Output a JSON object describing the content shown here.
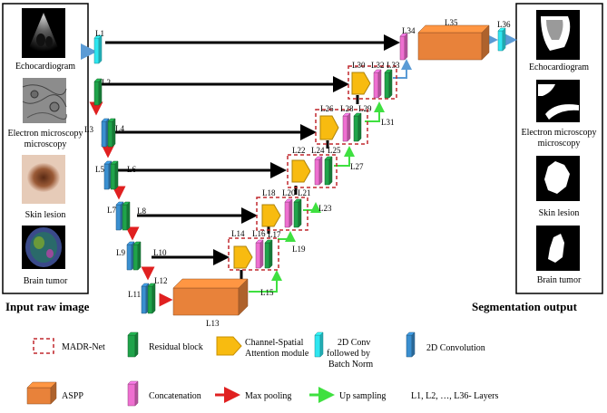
{
  "left_panel": {
    "title": "Input raw image",
    "items": [
      {
        "label": "Echocardiogram"
      },
      {
        "label": "Electron microscopy"
      },
      {
        "label": "Skin lesion"
      },
      {
        "label": "Brain tumor"
      }
    ]
  },
  "right_panel": {
    "title": "Segmentation output",
    "items": [
      {
        "label": "Echocardiogram"
      },
      {
        "label": "Electron microscopy"
      },
      {
        "label": "Skin lesion"
      },
      {
        "label": "Brain tumor"
      }
    ]
  },
  "layers": {
    "L1": "L1",
    "L2": "L2",
    "L3": "L3",
    "L4": "L4",
    "L5": "L5",
    "L6": "L6",
    "L7": "L7",
    "L8": "L8",
    "L9": "L9",
    "L10": "L10",
    "L11": "L11",
    "L12": "L12",
    "L13": "L13",
    "L14": "L14",
    "L15": "L15",
    "L16": "L16",
    "L17": "L17",
    "L18": "L18",
    "L19": "L19",
    "L20": "L20",
    "L21": "L21",
    "L22": "L22",
    "L23": "L23",
    "L24": "L24",
    "L25": "L25",
    "L26": "L26",
    "L27": "L27",
    "L28": "L28",
    "L29": "L29",
    "L30": "L30",
    "L31": "L31",
    "L32": "L32",
    "L33": "L33",
    "L34": "L34",
    "L35": "L35",
    "L36": "L36"
  },
  "legend": {
    "madr": "MADR-Net",
    "residual": "Residual block",
    "csam_line1": "Channel-Spatial",
    "csam_line2": "Attention module",
    "conv_bn_line1": "2D Conv",
    "conv_bn_line2": "followed by",
    "conv_bn_line3": "Batch Norm",
    "conv2d": "2D Convolution",
    "aspp": "ASPP",
    "concat": "Concatenation",
    "maxpool": "Max pooling",
    "upsample": "Up sampling",
    "layers_note": "L1, L2, …, L36- Layers"
  },
  "colors": {
    "residual": "#1fa34a",
    "conv2d": "#3a8fd0",
    "conv_bn": "#2ee6f0",
    "concat": "#ee6fd0",
    "attention": "#f8bb10",
    "aspp": "#e8823a",
    "maxpool": "#e02020",
    "upsample": "#3fe040",
    "madr": "#c0282e",
    "skip": "#000000",
    "io_arrow": "#5b9bd5"
  }
}
